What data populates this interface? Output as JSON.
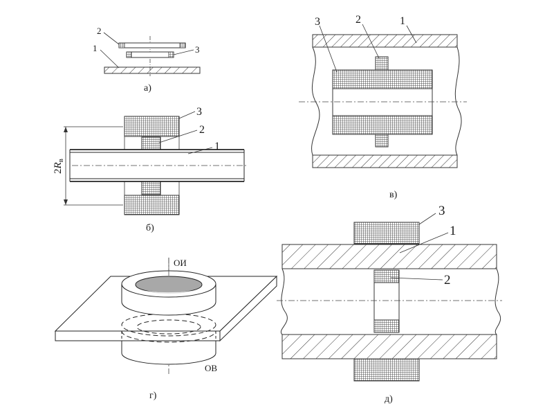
{
  "figures": {
    "a": {
      "caption": "а)",
      "labels": [
        "1",
        "2",
        "3"
      ]
    },
    "b": {
      "caption": "б)",
      "labels": [
        "1",
        "2",
        "3"
      ],
      "dimension": {
        "prefix": "2",
        "symbol": "R",
        "subscript": "в"
      }
    },
    "v": {
      "caption": "в)",
      "labels": [
        "1",
        "2",
        "3"
      ]
    },
    "g": {
      "caption": "г)",
      "labels": {
        "top": "ОИ",
        "bottom": "ОВ"
      }
    },
    "d": {
      "caption": "д)",
      "labels": [
        "1",
        "2",
        "3"
      ]
    }
  }
}
